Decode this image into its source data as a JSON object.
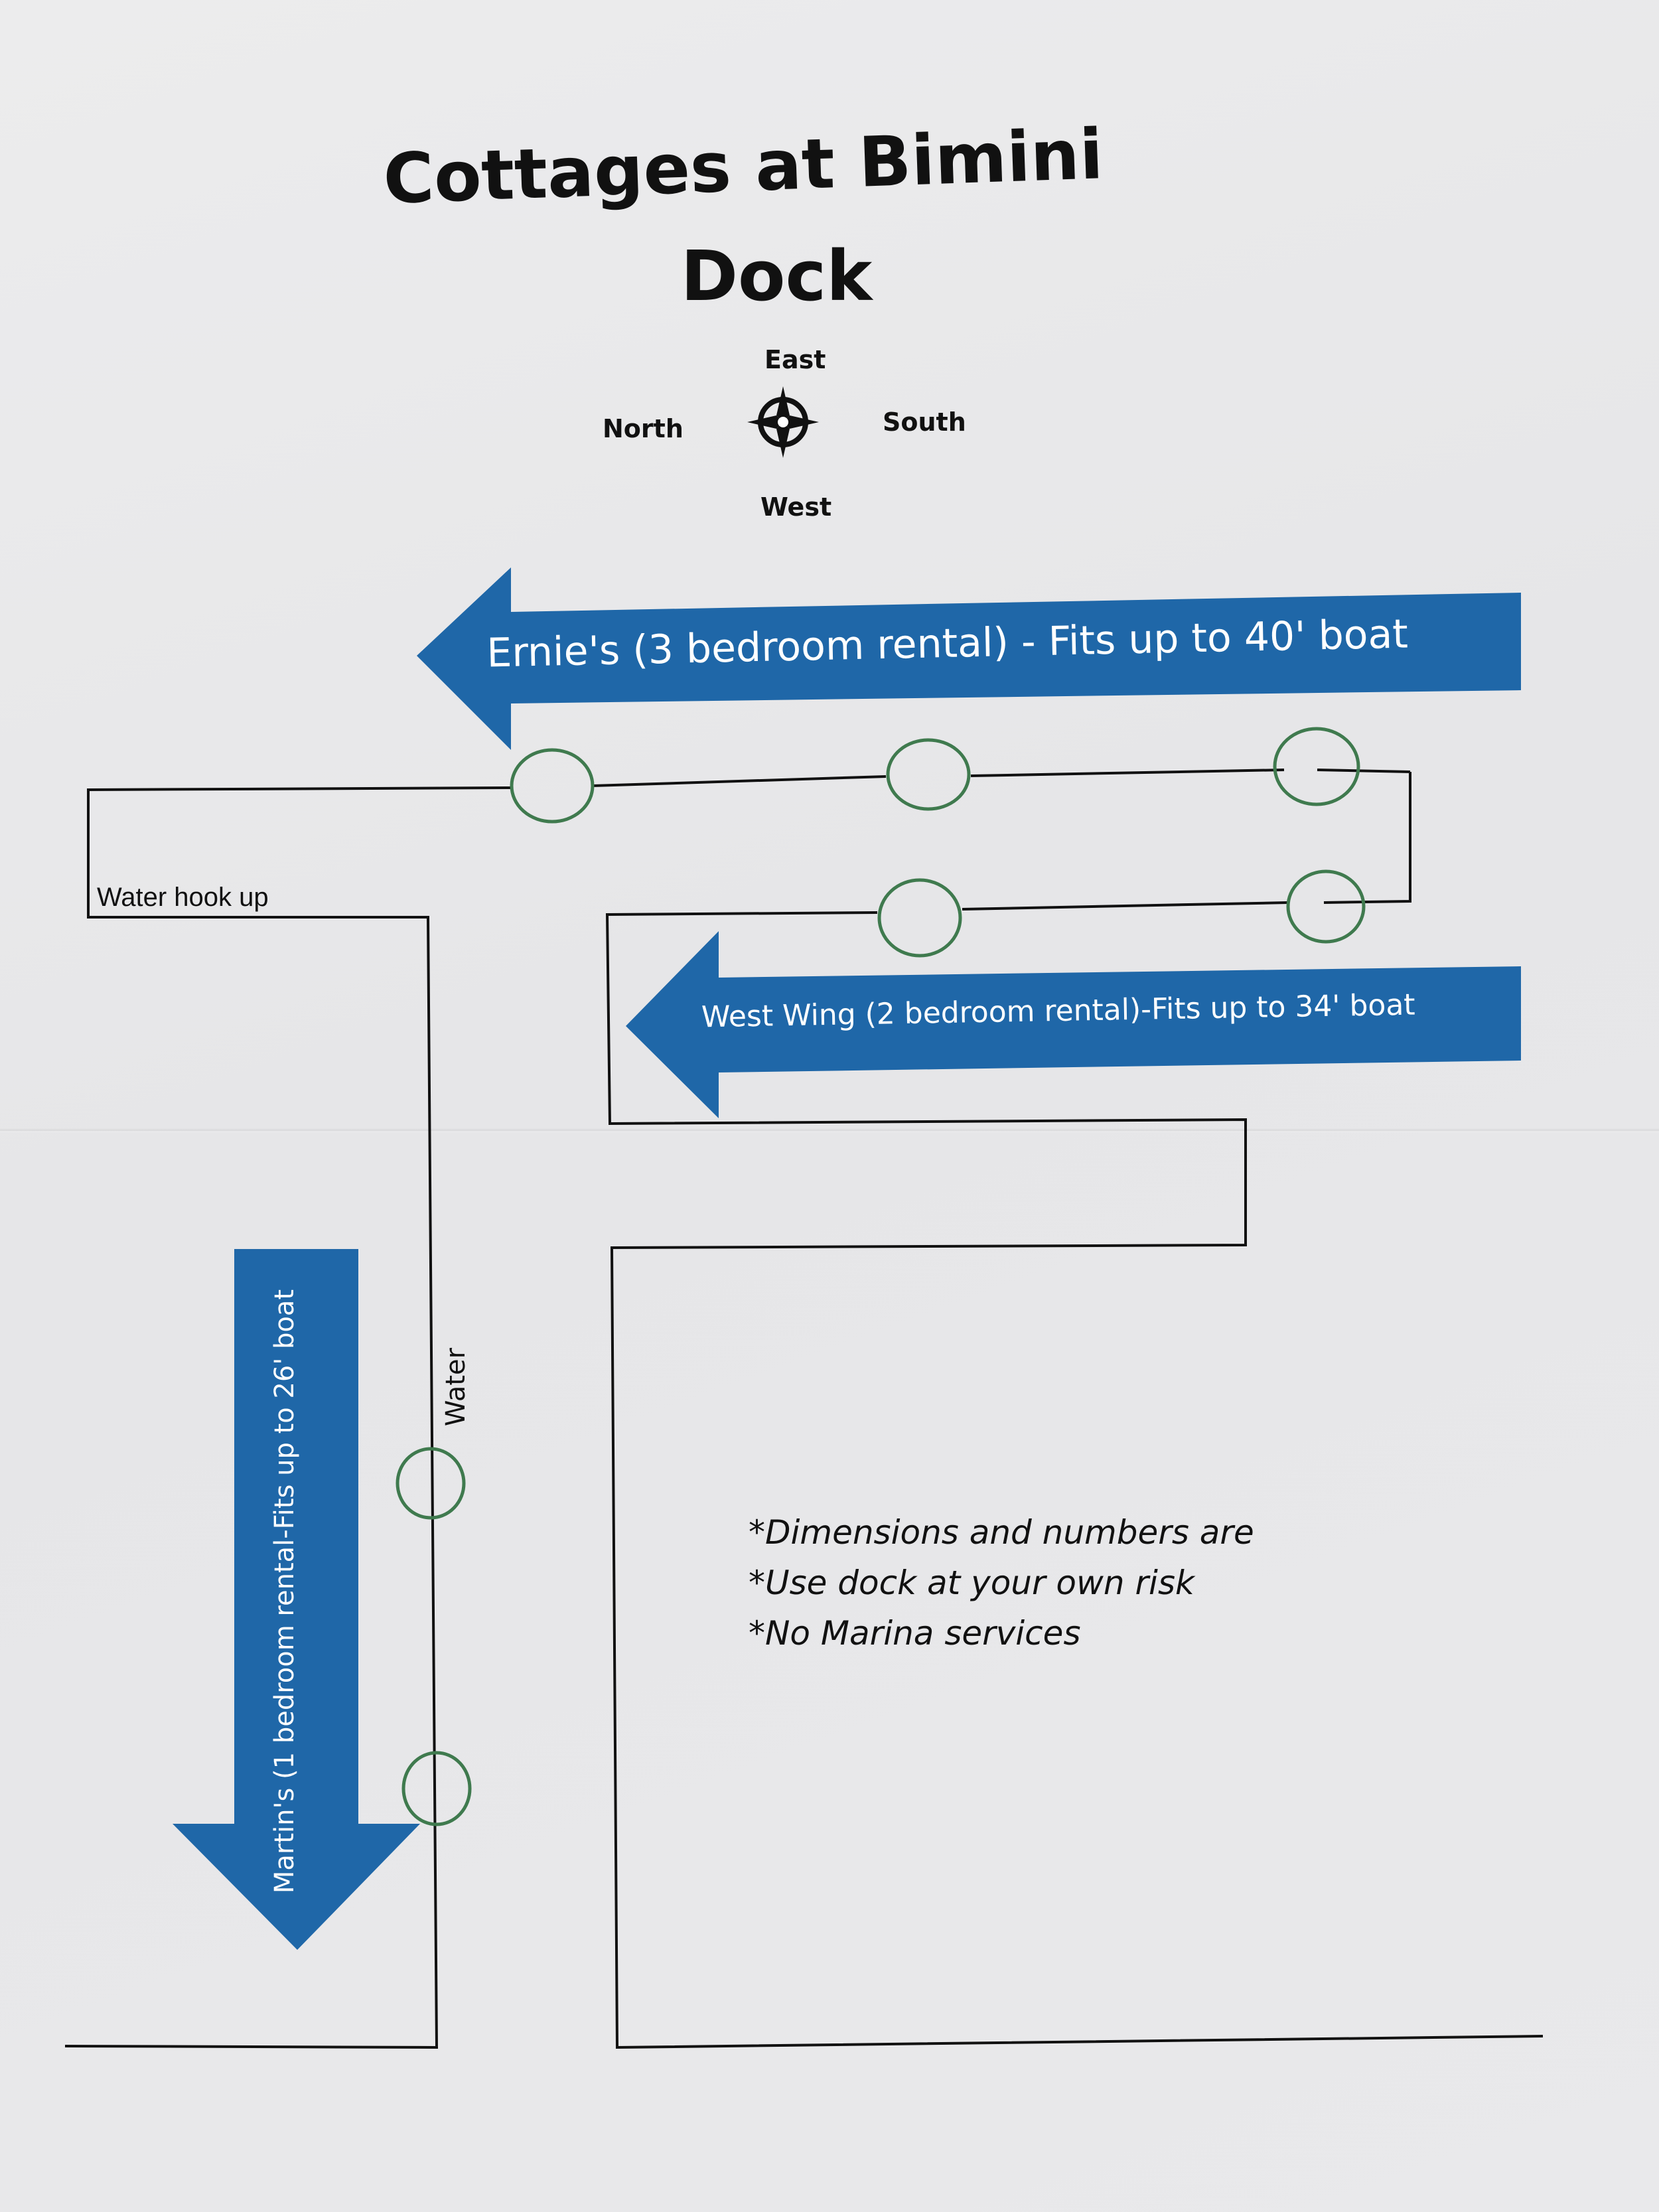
{
  "title_line1": "Cottages at Bimini",
  "title_line2": "Dock",
  "compass": {
    "east": "East",
    "north": "North",
    "south": "South",
    "west": "West"
  },
  "labels": {
    "water_hook_up": "Water hook up",
    "water": "Water"
  },
  "rentals": {
    "ernies": "Ernie's (3 bedroom rental) - Fits up to 40' boat",
    "west_wing": "West Wing (2 bedroom rental)-Fits up to 34' boat",
    "martins": "Martin's (1 bedroom rental-Fits up to 26' boat"
  },
  "notes": [
    "*Dimensions and numbers are",
    "*Use dock at your own risk",
    "*No Marina services"
  ],
  "colors": {
    "arrow_blue": "#1f67a8",
    "piling_green": "#3f7a4e",
    "line": "#111111"
  }
}
